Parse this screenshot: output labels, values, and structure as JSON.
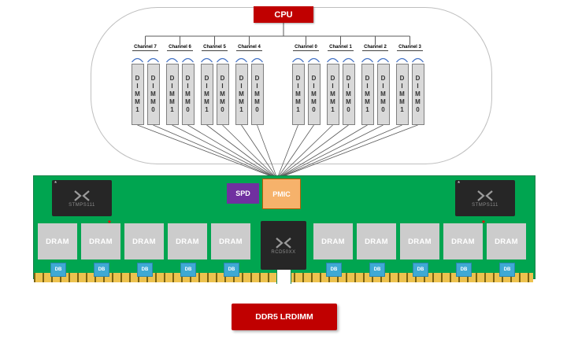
{
  "cpu": {
    "label": "CPU"
  },
  "channels": [
    {
      "label": "Channel 7",
      "dimms": [
        "DIMM1",
        "DIMM0"
      ]
    },
    {
      "label": "Channel 6",
      "dimms": [
        "DIMM1",
        "DIMM0"
      ]
    },
    {
      "label": "Channel 5",
      "dimms": [
        "DIMM1",
        "DIMM0"
      ]
    },
    {
      "label": "Channel 4",
      "dimms": [
        "DIMM1",
        "DIMM0"
      ]
    },
    {
      "label": "Channel 0",
      "dimms": [
        "DIMM1",
        "DIMM0"
      ]
    },
    {
      "label": "Channel 1",
      "dimms": [
        "DIMM1",
        "DIMM0"
      ]
    },
    {
      "label": "Channel 2",
      "dimms": [
        "DIMM1",
        "DIMM0"
      ]
    },
    {
      "label": "Channel 3",
      "dimms": [
        "DIMM1",
        "DIMM0"
      ]
    }
  ],
  "module": {
    "left_regulator": "STMPS111",
    "right_regulator": "STMPS111",
    "spd_label": "SPD",
    "pmic_label": "PMIC",
    "rcd_label": "RCD50XX",
    "dram_chips": [
      "DRAM",
      "DRAM",
      "DRAM",
      "DRAM",
      "DRAM",
      "DRAM",
      "DRAM",
      "DRAM",
      "DRAM",
      "DRAM"
    ],
    "data_buffers": [
      "DB",
      "DB",
      "DB",
      "DB",
      "DB",
      "DB",
      "DB",
      "DB",
      "DB",
      "DB"
    ],
    "caption": "DDR5 LRDIMM"
  },
  "colors": {
    "accent_red": "#C00000",
    "pcb_green": "#00A550",
    "spd_purple": "#7030A0",
    "pmic_orange": "#F6B26B",
    "db_blue": "#3FA9D4",
    "brace_blue": "#4472C4"
  }
}
